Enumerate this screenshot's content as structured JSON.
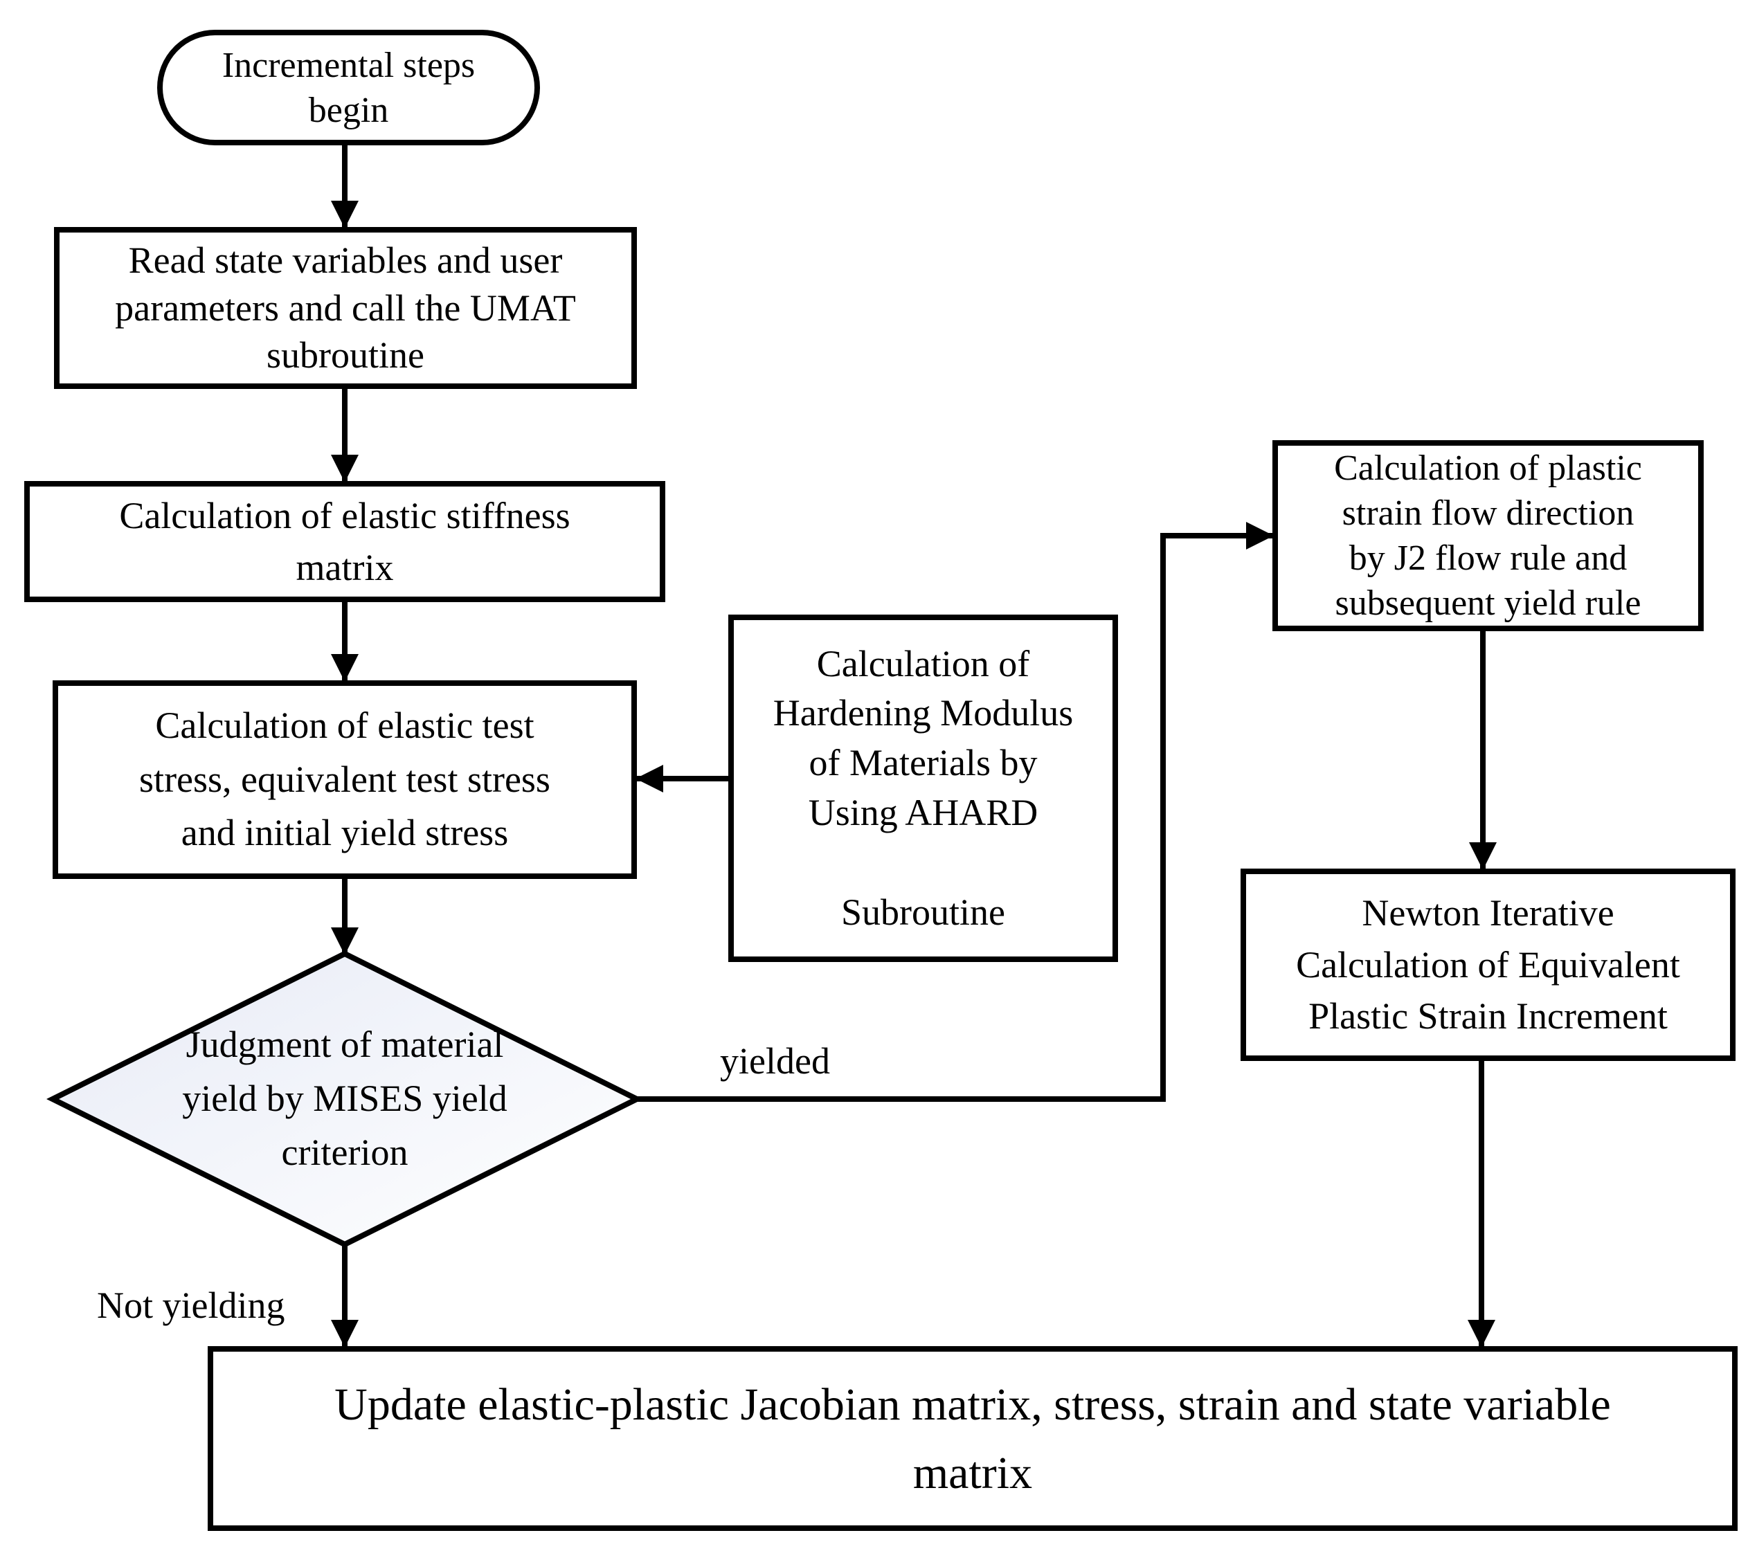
{
  "nodes": {
    "start": {
      "label": "Incremental steps\nbegin"
    },
    "read": {
      "label": "Read state variables and user\nparameters and call the UMAT\nsubroutine"
    },
    "stiffness": {
      "label": "Calculation of elastic stiffness\nmatrix"
    },
    "elastic_test": {
      "label": "Calculation of elastic test\nstress, equivalent test stress\nand initial yield stress"
    },
    "ahard": {
      "label": "Calculation of\nHardening Modulus\nof Materials by\nUsing AHARD\n\nSubroutine"
    },
    "decision": {
      "label": "Judgment of material\nyield by MISES yield\ncriterion"
    },
    "plastic_flow": {
      "label": "Calculation of plastic\nstrain flow direction\nby J2 flow rule and\nsubsequent yield rule"
    },
    "newton": {
      "label": "Newton Iterative\nCalculation of Equivalent\nPlastic Strain Increment"
    },
    "update": {
      "label": "Update elastic-plastic Jacobian matrix, stress, strain and state variable\nmatrix"
    }
  },
  "edge_labels": {
    "yielded": "yielded",
    "not_yielding": "Not yielding"
  },
  "colors": {
    "stroke": "#000000",
    "background": "#ffffff",
    "diamond_gradient_start": "#e7ebf6",
    "diamond_gradient_end": "#ffffff"
  }
}
